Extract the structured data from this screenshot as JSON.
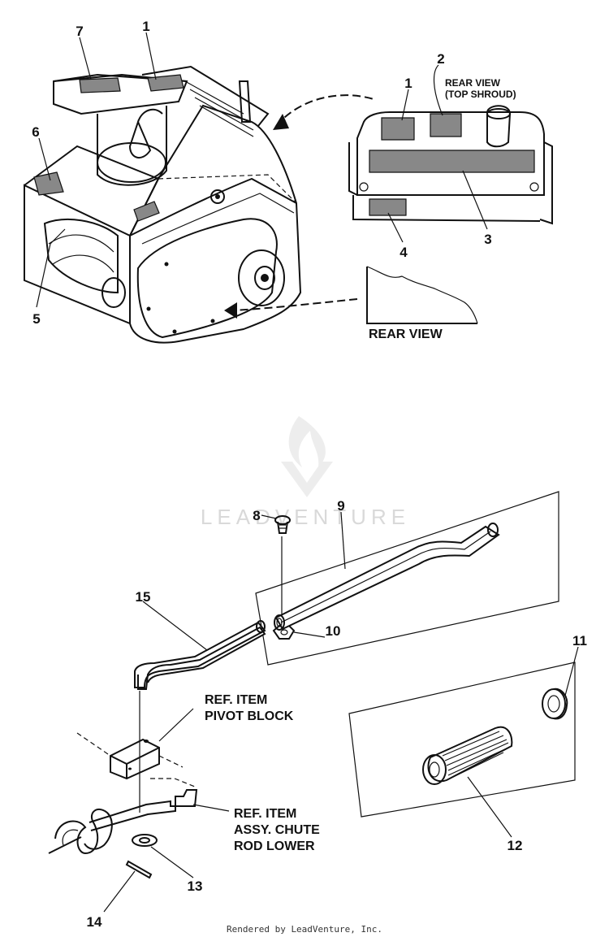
{
  "callouts": {
    "c1a": "1",
    "c7": "7",
    "c6": "6",
    "c5": "5",
    "c1b": "1",
    "c2": "2",
    "c3": "3",
    "c4": "4",
    "c8": "8",
    "c9": "9",
    "c10": "10",
    "c11": "11",
    "c12": "12",
    "c13": "13",
    "c14": "14",
    "c15": "15"
  },
  "labels": {
    "rear_view_top_line1": "REAR VIEW",
    "rear_view_top_line2": "(TOP SHROUD)",
    "rear_view": "REAR VIEW",
    "ref_pivot_line1": "REF. ITEM",
    "ref_pivot_line2": "PIVOT BLOCK",
    "ref_chute_line1": "REF. ITEM",
    "ref_chute_line2": "ASSY. CHUTE",
    "ref_chute_line3": "ROD LOWER"
  },
  "watermark": "LEADVENTURE",
  "footer": "Rendered by LeadVenture, Inc."
}
